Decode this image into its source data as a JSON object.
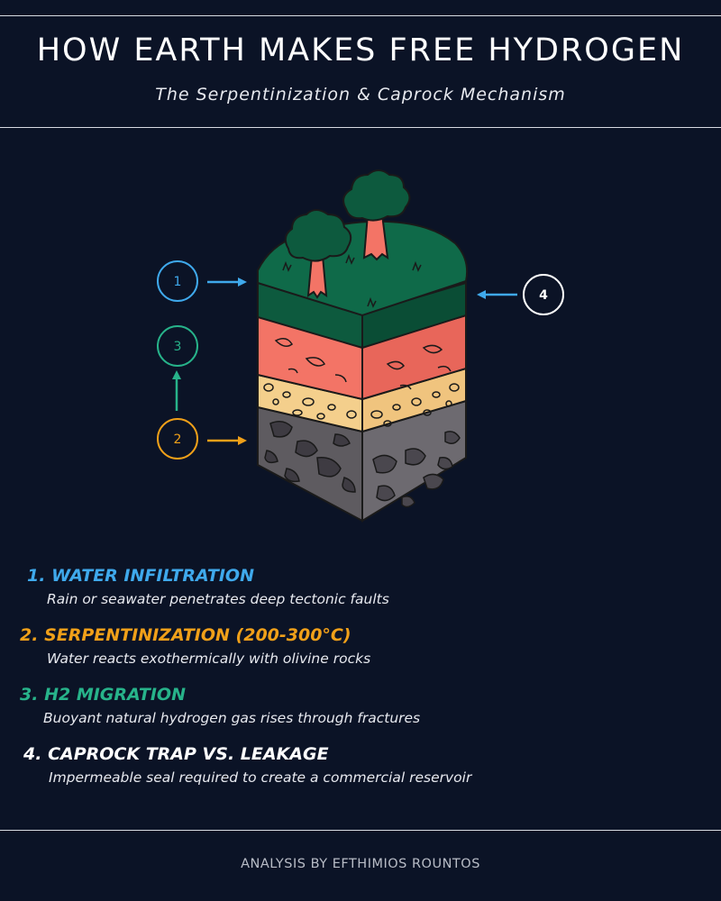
{
  "header": {
    "title": "HOW EARTH MAKES FREE HYDROGEN",
    "subtitle": "The Serpentinization & Caprock Mechanism"
  },
  "diagram": {
    "markers": [
      "1",
      "2",
      "3",
      "4"
    ]
  },
  "steps": [
    {
      "number": "1.",
      "title": "WATER INFILTRATION",
      "description": "Rain or seawater penetrates deep tectonic faults",
      "color": "#3fa9ec"
    },
    {
      "number": "2.",
      "title": "SERPENTINIZATION (200-300°C)",
      "description": "Water reacts exothermically with olivine rocks",
      "color": "#f0a019"
    },
    {
      "number": "3.",
      "title": "H2 MIGRATION",
      "description": "Buoyant natural hydrogen gas rises through fractures",
      "color": "#27b38a"
    },
    {
      "number": "4.",
      "title": "CAPROCK TRAP VS. LEAKAGE",
      "description": "Impermeable seal required to create a commercial reservoir",
      "color": "#ffffff"
    }
  ],
  "footer": {
    "credit": "ANALYSIS BY EFTHIMIOS ROUNTOS"
  },
  "colors": {
    "background": "#0b1326",
    "blue": "#3fa9ec",
    "orange": "#f0a019",
    "green": "#27b38a",
    "white": "#ffffff"
  }
}
